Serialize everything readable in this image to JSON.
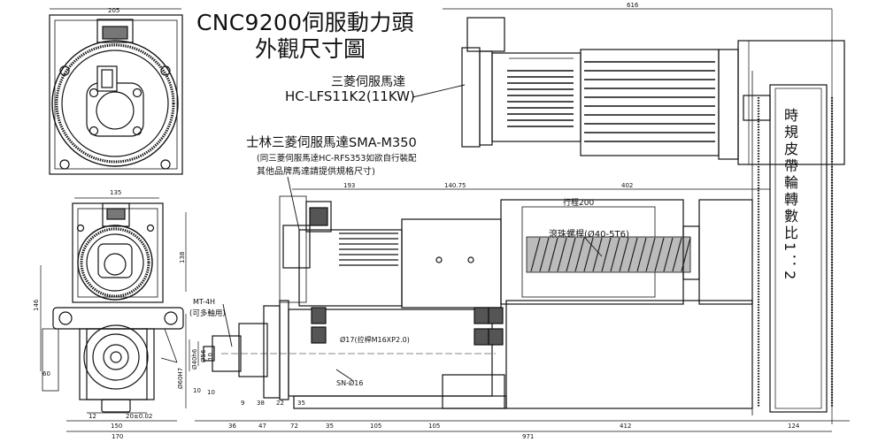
{
  "title": {
    "line1": "CNC9200伺服動力頭",
    "line2": "外觀尺寸圖"
  },
  "motor_labels": {
    "mitsubishi_line1": "三菱伺服馬達",
    "mitsubishi_line2": "HC-LFS11K2(11KW)",
    "shilin_line1": "士林三菱伺服馬達SMA-M350",
    "shilin_line2": "(同三菱伺服馬達HC-RFS353如欲自行裝配",
    "shilin_line3": "其他品牌馬達請提供規格尺寸)"
  },
  "belt_ratio_label": "時規皮帶輪轉數比1：2",
  "annotations": {
    "stroke": "行程200",
    "ball_screw": "滾珠螺桿(Ø40-5T6)",
    "pull_rod": "Ø17(拉桿M16XP2.0)",
    "mt4": "MT-4H",
    "multi_spindle": "(可多軸用)",
    "sn16": "SN-Ø16"
  },
  "dimensions": {
    "d205": "205",
    "d616": "616",
    "d135": "135",
    "d193": "193",
    "d14075": "140.75",
    "d402": "402",
    "d146": "146",
    "d138": "138",
    "d60": "60",
    "d20": "20±0.02",
    "d150": "150",
    "d170": "170",
    "d10": "10",
    "d9": "9",
    "d38": "38",
    "d22": "22",
    "d35": "35",
    "d36": "36",
    "d47": "47",
    "d72": "72",
    "d35b": "35",
    "d105": "105",
    "d105b": "105",
    "d412": "412",
    "d124": "124",
    "d971": "971",
    "d40h6": "Ø40h6",
    "d56": "Ø56",
    "d10b": "10",
    "d10c": "10",
    "d60h7": "Ø60H7",
    "d12": "12"
  }
}
